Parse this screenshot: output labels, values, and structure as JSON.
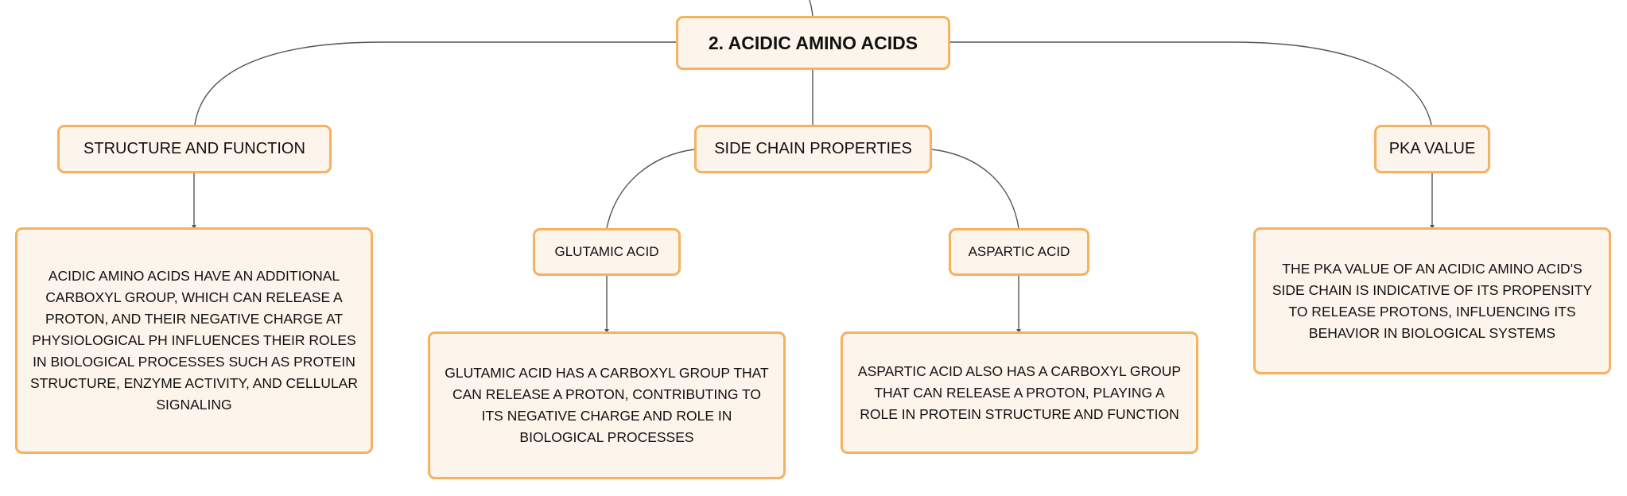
{
  "root": {
    "label": "2. Acidic Amino Acids"
  },
  "branches": {
    "structure": {
      "label": "Structure and Function",
      "description": "Acidic amino acids have an additional carboxyl group, which can release a proton, and their negative charge at physiological pH influences their roles in biological processes such as protein structure, enzyme activity, and cellular signaling"
    },
    "side_chain": {
      "label": "Side Chain Properties",
      "glutamic": {
        "label": "Glutamic Acid",
        "description": "Glutamic acid has a carboxyl group that can release a proton, contributing to its negative charge and role in biological processes"
      },
      "aspartic": {
        "label": "Aspartic Acid",
        "description": "Aspartic acid also has a carboxyl group that can release a proton, playing a role in protein structure and function"
      }
    },
    "pka": {
      "label": "pKa Value",
      "description": "The pKa value of an acidic amino acid's side chain is indicative of its propensity to release protons, influencing its behavior in biological systems"
    }
  },
  "colors": {
    "node_fill": "#fdf4ec",
    "node_border": "#f5b25f",
    "connector": "#555555",
    "text": "#111111"
  }
}
